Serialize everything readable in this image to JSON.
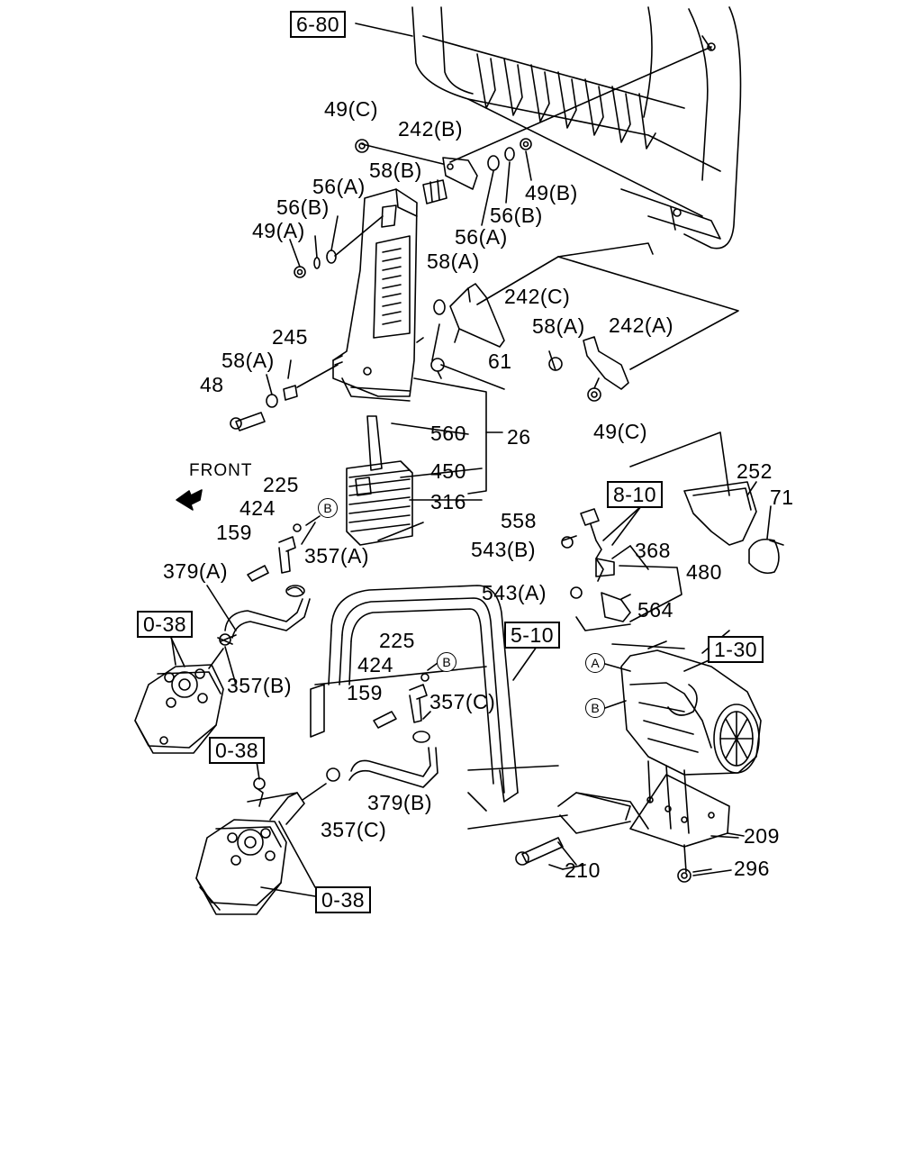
{
  "front_label": "FRONT",
  "ref_boxes": {
    "b680": "6-80",
    "b810": "8-10",
    "b510": "5-10",
    "b130": "1-30",
    "b038a": "0-38",
    "b038b": "0-38",
    "b038c": "0-38"
  },
  "callouts": {
    "c49c_top": "49(C)",
    "c242b": "242(B)",
    "c58b": "58(B)",
    "c56a_l": "56(A)",
    "c56b_l": "56(B)",
    "c49a": "49(A)",
    "c49b": "49(B)",
    "c56b_r": "56(B)",
    "c56a_r": "56(A)",
    "c58a_mid": "58(A)",
    "c242c": "242(C)",
    "c58a_r": "58(A)",
    "c242a": "242(A)",
    "c61": "61",
    "c245": "245",
    "c58a_l": "58(A)",
    "c48": "48",
    "c49c_r": "49(C)",
    "c560": "560",
    "c26": "26",
    "c450": "450",
    "c316": "316",
    "c252": "252",
    "c71": "71",
    "c225_top": "225",
    "c424_top": "424",
    "c159_top": "159",
    "c357a": "357(A)",
    "c379a": "379(A)",
    "c357b": "357(B)",
    "c558": "558",
    "c543b": "543(B)",
    "c368": "368",
    "c480": "480",
    "c543a": "543(A)",
    "c564": "564",
    "c225_mid": "225",
    "c424_mid": "424",
    "c159_mid": "159",
    "c357c_top": "357(C)",
    "c379b": "379(B)",
    "c357c_bot": "357(C)",
    "c209": "209",
    "c210": "210",
    "c296": "296"
  },
  "circle_marks": {
    "b_top": "B",
    "b_mid": "B",
    "a_air": "A",
    "b_air": "B"
  }
}
